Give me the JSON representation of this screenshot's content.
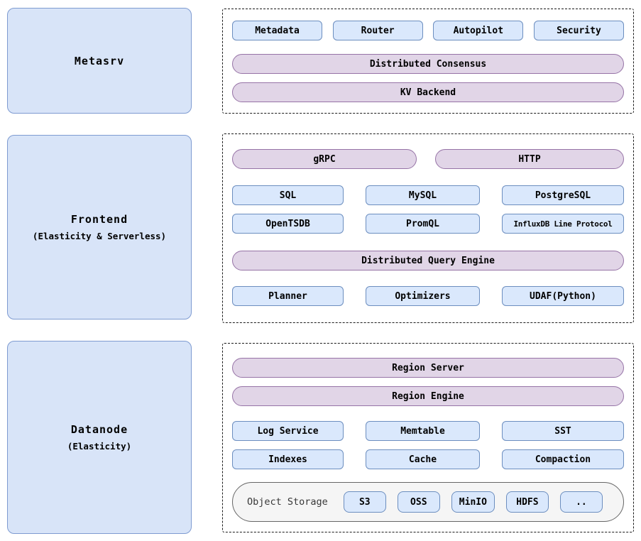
{
  "colors": {
    "big_box_fill": "#d8e4f8",
    "big_box_border": "#7e9bd1",
    "node_fill": "#dae8fc",
    "node_border": "#6c8ebf",
    "pill_fill": "#e1d5e7",
    "pill_border": "#9673a6",
    "storage_fill": "#f5f5f5",
    "storage_border": "#666666",
    "panel_border": "#1a1a1a"
  },
  "sections": {
    "metasrv": {
      "label": "Metasrv",
      "components": [
        "Metadata",
        "Router",
        "Autopilot",
        "Security"
      ],
      "pills": [
        "Distributed Consensus",
        "KV Backend"
      ]
    },
    "frontend": {
      "label": "Frontend",
      "sublabel": "(Elasticity & Serverless)",
      "pills": [
        "gRPC",
        "HTTP"
      ],
      "protocols_row1": [
        "SQL",
        "MySQL",
        "PostgreSQL"
      ],
      "protocols_row2": [
        "OpenTSDB",
        "PromQL",
        "InfluxDB Line Protocol"
      ],
      "engine_pill": "Distributed Query Engine",
      "engine_components": [
        "Planner",
        "Optimizers",
        "UDAF(Python)"
      ]
    },
    "datanode": {
      "label": "Datanode",
      "sublabel": "(Elasticity)",
      "pills": [
        "Region Server",
        "Region Engine"
      ],
      "components_row1": [
        "Log Service",
        "Memtable",
        "SST"
      ],
      "components_row2": [
        "Indexes",
        "Cache",
        "Compaction"
      ],
      "object_storage": {
        "label": "Object Storage",
        "backends": [
          "S3",
          "OSS",
          "MinIO",
          "HDFS",
          ".."
        ]
      }
    }
  }
}
